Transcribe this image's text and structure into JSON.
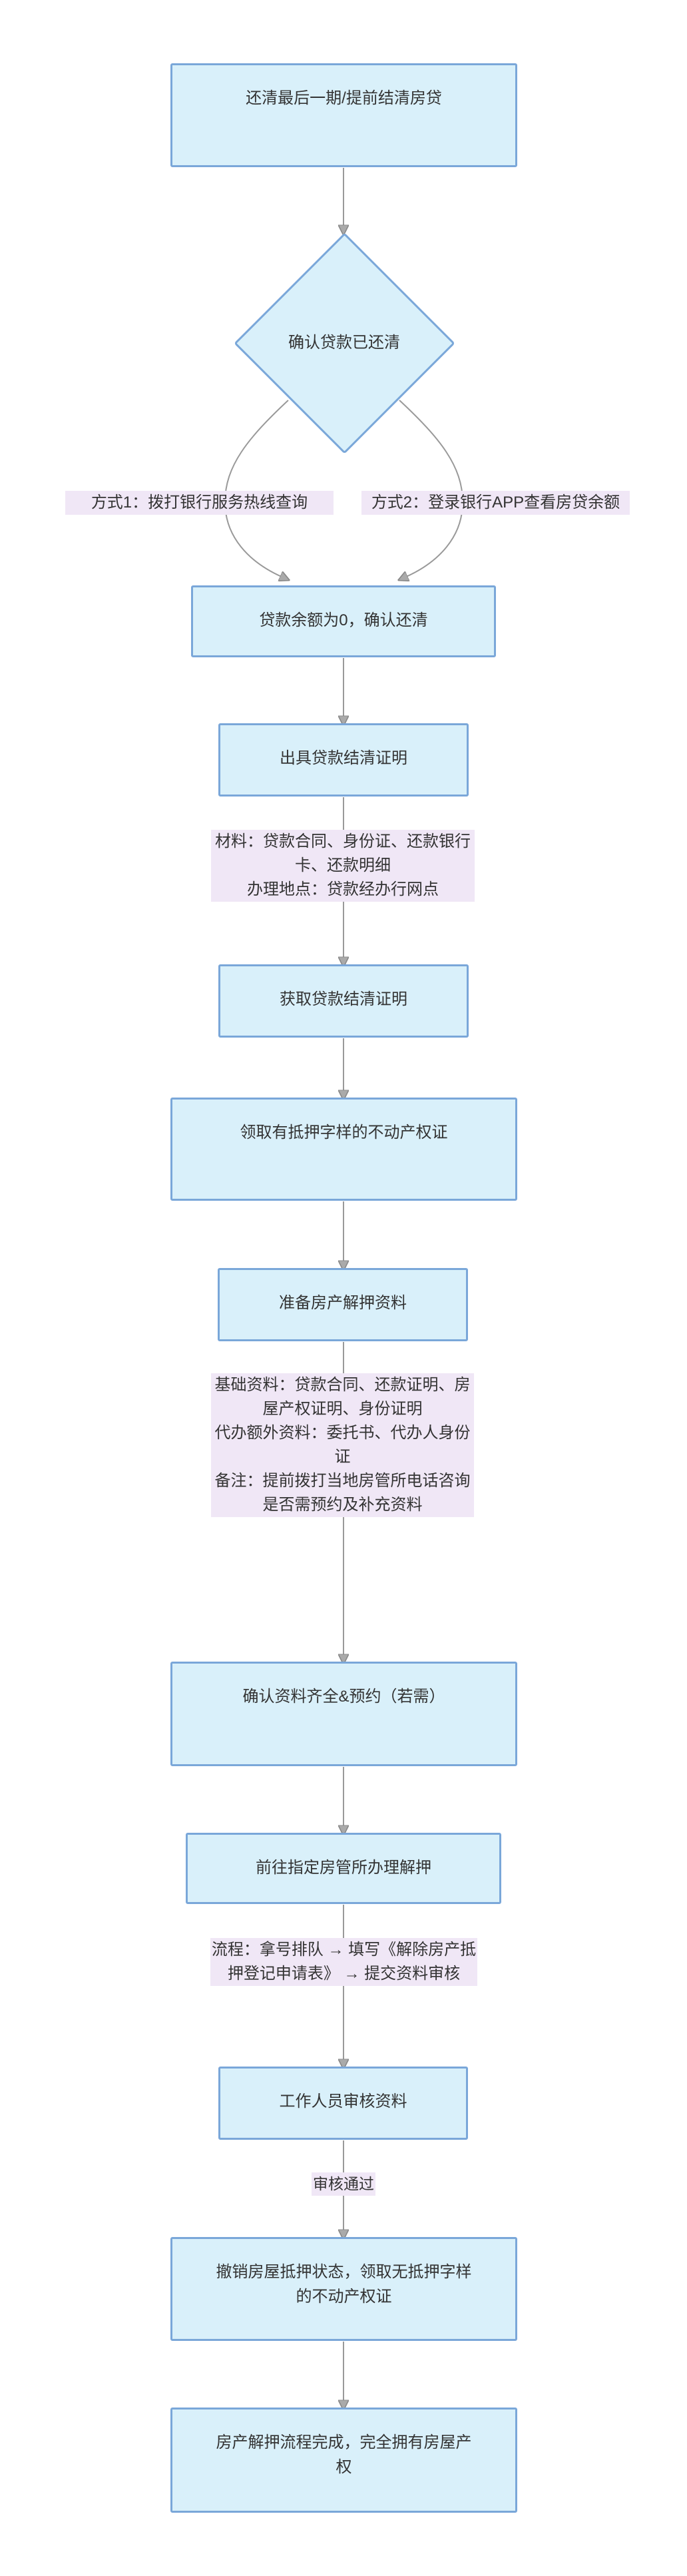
{
  "flowchart": {
    "nodes": {
      "start": "还清最后一期/提前结清房贷",
      "confirm_loan_paid": "确认贷款已还清",
      "balance_zero": "贷款余额为0，确认还清",
      "issue_certificate": "出具贷款结清证明",
      "obtain_certificate": "获取贷款结清证明",
      "collect_mortgaged_deed": "领取有抵押字样的不动产权证",
      "prepare_materials": "准备房产解押资料",
      "confirm_materials_ready": "确认资料齐全&预约（若需）",
      "visit_housing_office": "前往指定房管所办理解押",
      "staff_review": "工作人员审核资料",
      "revoke_mortgage_status": "撤销房屋抵押状态，领取无抵押字样的不动产权证",
      "process_complete": "房产解押流程完成，完全拥有房屋产权"
    },
    "edge_labels": {
      "method1": "方式1：拨打银行服务热线查询",
      "method2": "方式2：登录银行APP查看房贷余额",
      "approved": "审核通过",
      "materials_note": {
        "lines": [
          "材料：贷款合同、身份证、还款银行",
          "卡、还款明细",
          "办理地点：贷款经办行网点"
        ]
      },
      "docs_note": {
        "lines": [
          "基础资料：贷款合同、还款证明、房",
          "屋产权证明、身份证明",
          "代办额外资料：委托书、代办人身份",
          "证",
          "备注：提前拨打当地房管所电话咨询",
          "是否需预约及补充资料"
        ]
      },
      "process_note": {
        "lines": [
          "流程：拿号排队 → 填写《解除房产抵",
          "押登记申请表》 → 提交资料审核"
        ]
      }
    },
    "colors": {
      "node_fill": "#d9f0fa",
      "node_border": "#7aa7d9",
      "label_fill": "#f0e7f6",
      "text": "#333333",
      "edge": "#999999"
    }
  }
}
